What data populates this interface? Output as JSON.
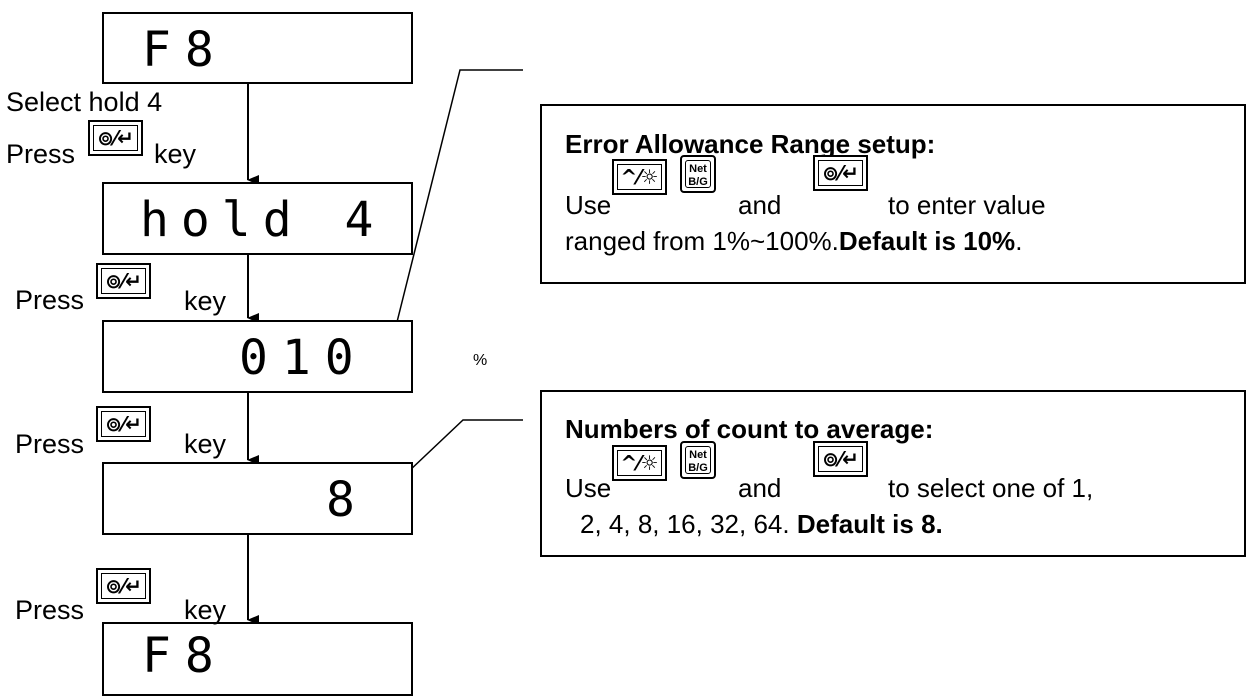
{
  "displays": [
    {
      "text": "F8"
    },
    {
      "text": "hold 4"
    },
    {
      "text": "010",
      "unit": "%"
    },
    {
      "text": "8"
    },
    {
      "text": "F8"
    }
  ],
  "steps": {
    "select": "Select hold 4",
    "press": "Press",
    "key": "key"
  },
  "keys": {
    "enter_key_icon": "tare-enter-key-icon",
    "up_key_icon": "up-light-key-icon",
    "net_key_label_top": "Net",
    "net_key_label_bottom": "B/G"
  },
  "callouts": {
    "error_range": {
      "title": "Error Allowance Range setup:",
      "use": "Use",
      "and": "and",
      "action": "to enter value",
      "line3_normal": "ranged from 1%~100%.",
      "line3_bold": "Default is 10%",
      "line3_end": "."
    },
    "count_average": {
      "title": "Numbers of count to average:",
      "use": "Use",
      "and": "and",
      "action": "to select one of 1,",
      "line3_normal": "2, 4, 8, 16, 32, 64.",
      "line3_bold": "Default is 8."
    }
  }
}
